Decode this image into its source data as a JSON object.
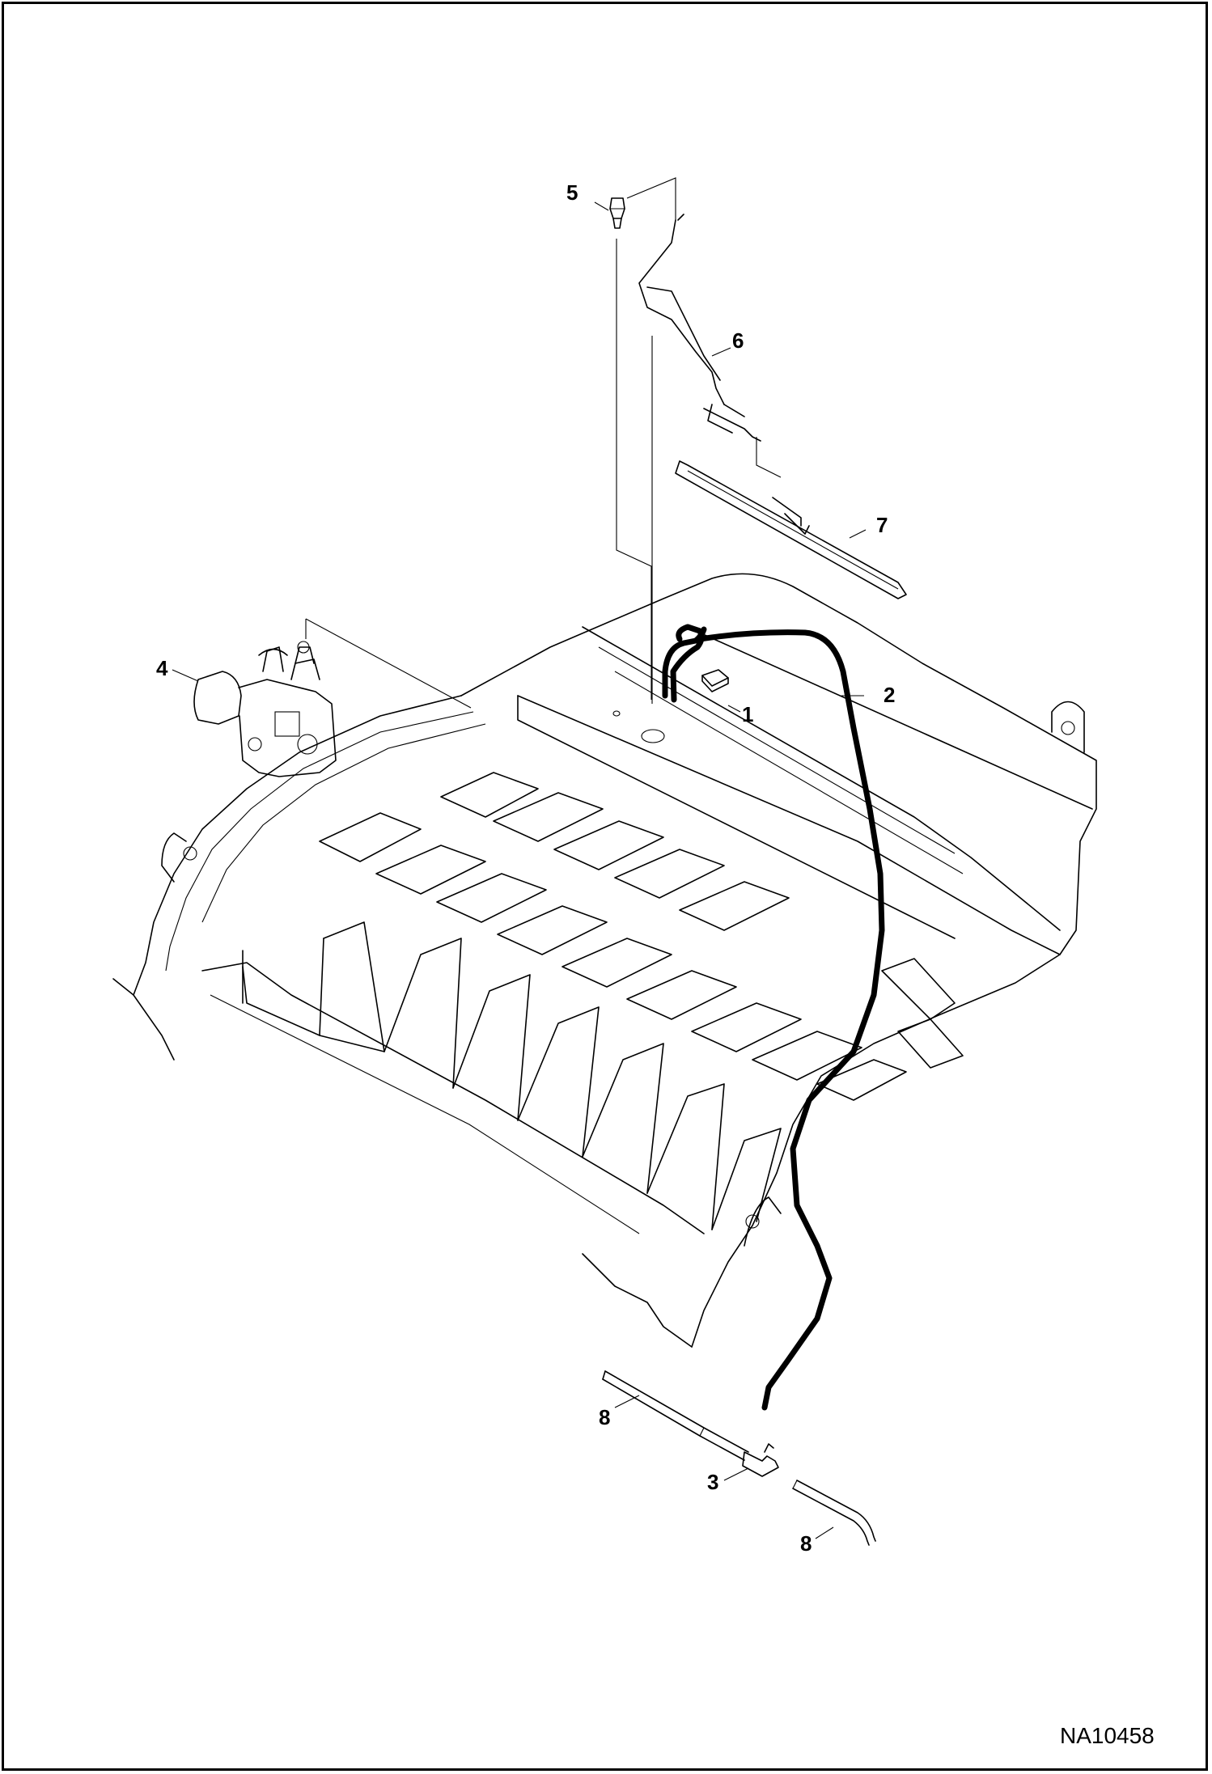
{
  "diagram": {
    "callouts": [
      {
        "id": "1",
        "label": "1"
      },
      {
        "id": "2",
        "label": "2"
      },
      {
        "id": "3",
        "label": "3"
      },
      {
        "id": "4",
        "label": "4"
      },
      {
        "id": "5",
        "label": "5"
      },
      {
        "id": "6",
        "label": "6"
      },
      {
        "id": "7",
        "label": "7"
      },
      {
        "id": "8a",
        "label": "8"
      },
      {
        "id": "8b",
        "label": "8"
      }
    ],
    "reference_id": "NA10458"
  }
}
